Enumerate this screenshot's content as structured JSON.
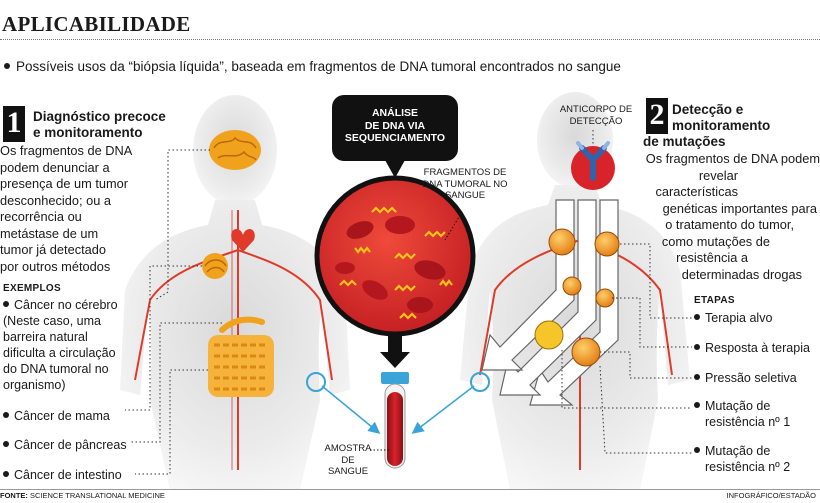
{
  "header": {
    "title": "APLICABILIDADE",
    "subtitle": "Possíveis usos da “biópsia líquida”, baseada em fragmentos de DNA tumoral encontrados no sangue"
  },
  "section1": {
    "number": "1",
    "heading_line1": "Diagnóstico precoce",
    "heading_line2": "e monitoramento",
    "body": [
      "Os fragmentos de DNA",
      "podem denunciar a",
      "presença de um tumor",
      "desconhecido; ou a",
      "recorrência ou",
      "metástase de um",
      "tumor já detectado",
      "por outros métodos"
    ],
    "examples_label": "EXEMPLOS",
    "examples": [
      {
        "label": "Câncer no cérebro",
        "note": [
          "(Neste caso, uma",
          "barreira natural",
          "dificulta a circulação",
          "do DNA tumoral no",
          "organismo)"
        ]
      },
      {
        "label": "Câncer de mama"
      },
      {
        "label": "Câncer de pâncreas"
      },
      {
        "label": "Câncer de intestino"
      }
    ]
  },
  "center": {
    "callout_line1": "ANÁLISE",
    "callout_line2": "DE DNA VIA",
    "callout_line3": "SEQUENCIAMENTO",
    "fragments_label": [
      "FRAGMENTOS DE",
      "DNA TUMORAL NO",
      "SANGUE"
    ],
    "sample_label": [
      "AMOSTRA",
      "DE",
      "SANGUE"
    ]
  },
  "section2": {
    "number": "2",
    "heading_line1": "Detecção e",
    "heading_line2": "monitoramento",
    "heading_line3": "de mutações",
    "antibody_label": [
      "ANTICORPO DE",
      "DETECÇÃO"
    ],
    "body": [
      "Os fragmentos de DNA podem",
      "revelar características",
      "genéticas importantes para",
      "o tratamento do tumor,",
      "como mutações de",
      "resistência a",
      "determinadas drogas"
    ],
    "steps_label": "ETAPAS",
    "steps": [
      [
        "Terapia alvo"
      ],
      [
        "Resposta à terapia"
      ],
      [
        "Pressão seletiva"
      ],
      [
        "Mutação de",
        "resistência nº 1"
      ],
      [
        "Mutação de",
        "resistência nº 2"
      ]
    ]
  },
  "footer": {
    "source_label": "FONTE:",
    "source": "SCIENCE TRANSLATIONAL MEDICINE",
    "credit": "INFOGRÁFICO/ESTADÃO"
  },
  "colors": {
    "blood_red": "#d8232a",
    "tumor_orange": "#f0a21d",
    "dna_yellow": "#f4c31c",
    "body_gray": "#e4e4e4",
    "vein_red": "#e03b2a",
    "antibody_blue": "#2f64ad",
    "link_blue": "#3aa3d8"
  }
}
